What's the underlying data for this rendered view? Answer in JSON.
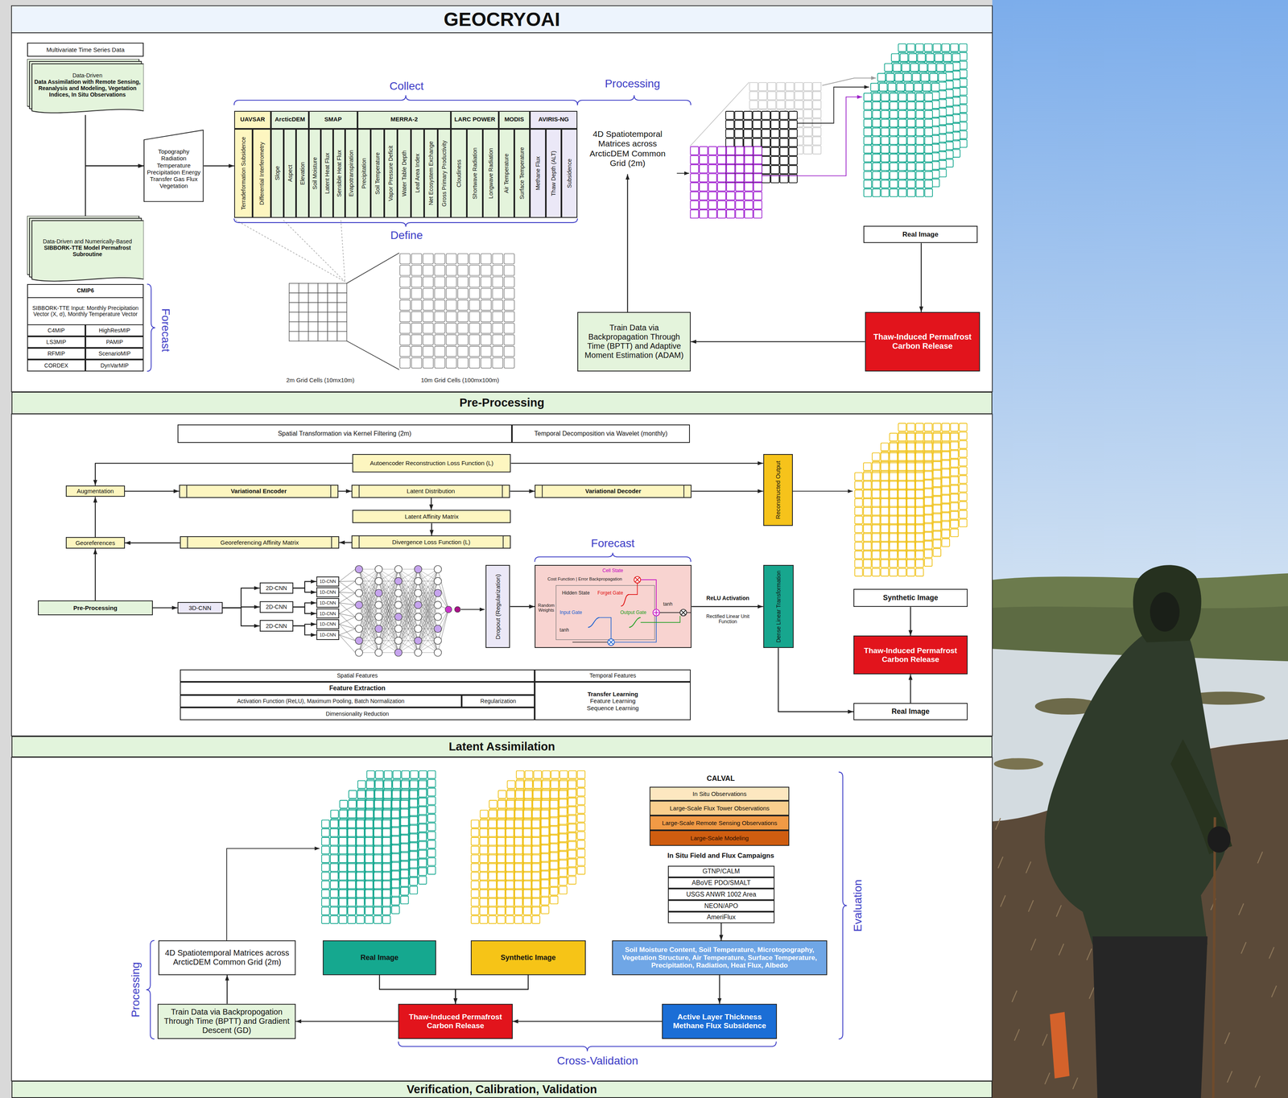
{
  "diagram": {
    "title": "GEOCRYOAI",
    "nodes": [
      {
        "text": [
          "Multivariate Time Series Data"
        ]
      },
      {
        "text": [
          "Data-Driven",
          "Data Assimilation with Remote Sensing, Reanalysis and Modeling, Vegetation Indices, In Situ Observations"
        ]
      },
      {
        "text": [
          "Topography Radiation Temperature Precipitation Energy Transfer Gas Flux Vegetation"
        ]
      },
      {
        "text": [
          "Data-Driven and Numerically-Based",
          "SIBBORK-TTE Model Permafrost Subroutine"
        ]
      },
      {
        "text": [
          "CMIP6",
          "SIBBORK-TTE Input: Monthly Precipitation Vector (X, σ), Monthly Temperature Vector"
        ]
      },
      {
        "text": [
          "C4MIP"
        ],
        "in": 4
      },
      {
        "text": [
          "HighResMIP"
        ],
        "in": 4
      },
      {
        "text": [
          "LS3MIP"
        ],
        "in": 4
      },
      {
        "text": [
          "PAMIP"
        ],
        "in": 4
      },
      {
        "text": [
          "RFMIP"
        ],
        "in": 4
      },
      {
        "text": [
          "ScenarioMIP"
        ],
        "in": 4
      },
      {
        "text": [
          "CORDEX"
        ],
        "in": 4
      },
      {
        "text": [
          "DynVarMIP"
        ],
        "in": 4
      },
      {
        "text": [
          "UAVSAR"
        ]
      },
      {
        "text": [
          "Terradeformation Subsidence"
        ],
        "in": 13
      },
      {
        "text": [
          "Differential Interferometry"
        ],
        "in": 13
      },
      {
        "text": [
          "ArcticDEM"
        ]
      },
      {
        "text": [
          "Slope"
        ],
        "in": 16
      },
      {
        "text": [
          "Aspect"
        ],
        "in": 16
      },
      {
        "text": [
          "Elevation"
        ],
        "in": 16
      },
      {
        "text": [
          "SMAP"
        ]
      },
      {
        "text": [
          "Soil Moisture"
        ],
        "in": 20
      },
      {
        "text": [
          "Latent Heat Flux"
        ],
        "in": 20
      },
      {
        "text": [
          "Sensible Heat Flux"
        ],
        "in": 20
      },
      {
        "text": [
          "Evapotranspiration"
        ],
        "in": 20
      },
      {
        "text": [
          "MERRA-2"
        ]
      },
      {
        "text": [
          "Precipitation"
        ],
        "in": 25
      },
      {
        "text": [
          "Soil Temperature"
        ],
        "in": 25
      },
      {
        "text": [
          "Vapor Pressure Deficit"
        ],
        "in": 25
      },
      {
        "text": [
          "Water Table Depth"
        ],
        "in": 25
      },
      {
        "text": [
          "Leaf Area Index"
        ],
        "in": 25
      },
      {
        "text": [
          "Net Ecosystem Exchange"
        ],
        "in": 25
      },
      {
        "text": [
          "Gross Primary Productivity"
        ],
        "in": 25
      },
      {
        "text": [
          "LARC POWER"
        ]
      },
      {
        "text": [
          "Cloudiness"
        ],
        "in": 33
      },
      {
        "text": [
          "Shortwave Radiation"
        ],
        "in": 33
      },
      {
        "text": [
          "Longwave Radiation"
        ],
        "in": 33
      },
      {
        "text": [
          "MODIS"
        ]
      },
      {
        "text": [
          "Air Temperature"
        ],
        "in": 37
      },
      {
        "text": [
          "Surface Temperature"
        ],
        "in": 37
      },
      {
        "text": [
          "AVIRIS-NG"
        ]
      },
      {
        "text": [
          "Methane Flux"
        ],
        "in": 40
      },
      {
        "text": [
          "Thaw Depth (ALT)"
        ],
        "in": 40
      },
      {
        "text": [
          "Subsidence"
        ],
        "in": 40
      },
      {
        "text": [
          "4D Spatiotemporal Matrices across ArcticDEM Common Grid (2m)"
        ]
      },
      {
        "text": [
          "Real Image"
        ]
      },
      {
        "text": [
          "Thaw-Induced Permafrost Carbon Release"
        ]
      },
      {
        "text": [
          "Train Data via Backpropagation Through Time (BPTT) and Adaptive Moment Estimation (ADAM)"
        ]
      },
      {
        "text": [
          "Pre-Processing"
        ]
      },
      {
        "text": [
          "Spatial Transformation via Kernel Filtering (2m)"
        ]
      },
      {
        "text": [
          "Temporal Decomposition via Wavelet (monthly)"
        ]
      },
      {
        "text": [
          "Autoencoder Reconstruction Loss Function (L)"
        ]
      },
      {
        "text": [
          "Augmentation"
        ]
      },
      {
        "text": [
          "Variational Encoder"
        ]
      },
      {
        "text": [
          "Latent Distribution"
        ]
      },
      {
        "text": [
          "Variational Decoder"
        ]
      },
      {
        "text": [
          "Reconstructed Output"
        ]
      },
      {
        "text": [
          "Latent Affinity Matrix"
        ]
      },
      {
        "text": [
          "Georeferences"
        ]
      },
      {
        "text": [
          "Georeferencing Affinity Matrix"
        ]
      },
      {
        "text": [
          "Divergence Loss Function (L)"
        ]
      },
      {
        "text": [
          "Pre-Processing"
        ]
      },
      {
        "text": [
          "3D-CNN"
        ]
      },
      {
        "text": [
          "2D-CNN"
        ]
      },
      {
        "text": [
          "2D-CNN"
        ]
      },
      {
        "text": [
          "2D-CNN"
        ]
      },
      {
        "text": [
          "1D-CNN"
        ]
      },
      {
        "text": [
          "1D-CNN"
        ]
      },
      {
        "text": [
          "1D-CNN"
        ]
      },
      {
        "text": [
          "1D-CNN"
        ]
      },
      {
        "text": [
          "1D-CNN"
        ]
      },
      {
        "text": [
          "1D-CNN"
        ]
      },
      {
        "text": [
          "Dropout (Regularization)"
        ]
      },
      {
        "text": [
          "Cell State",
          "Cost Function | Error Backpropagation",
          "Hidden State",
          "Forget Gate",
          "Random Weights",
          "Input Gate",
          "Output Gate",
          "tanh",
          "tanh"
        ]
      },
      {
        "text": [
          "Dense Linear Transformation"
        ]
      },
      {
        "text": [
          "Synthetic Image"
        ]
      },
      {
        "text": [
          "Thaw-Induced Permafrost Carbon Release"
        ]
      },
      {
        "text": [
          "Real Image"
        ]
      },
      {
        "text": [
          "Spatial Features"
        ]
      },
      {
        "text": [
          "Temporal Features"
        ]
      },
      {
        "text": [
          "Feature Extraction"
        ]
      },
      {
        "text": [
          "Activation Function (ReLU), Maximum Pooling, Batch Normalization"
        ]
      },
      {
        "text": [
          "Regularization"
        ]
      },
      {
        "text": [
          "Dimensionality Reduction"
        ]
      },
      {
        "text": [
          "Transfer Learning",
          "Feature Learning",
          "Sequence Learning"
        ]
      },
      {
        "text": [
          "Latent Assimilation"
        ]
      },
      {
        "text": [
          "In Situ Observations"
        ]
      },
      {
        "text": [
          "Large-Scale Flux Tower Observations"
        ]
      },
      {
        "text": [
          "Large-Scale Remote Sensing Observations"
        ]
      },
      {
        "text": [
          "Large-Scale Modeling"
        ]
      },
      {
        "text": [
          "GTNP/CALM"
        ]
      },
      {
        "text": [
          "ABoVE PDO/SMALT"
        ]
      },
      {
        "text": [
          "USGS ANWR 1002 Area"
        ]
      },
      {
        "text": [
          "NEON/APO"
        ]
      },
      {
        "text": [
          "AmeriFlux"
        ]
      },
      {
        "text": [
          "Soil Moisture Content, Soil Temperature, Microtopography, Vegetation Structure, Air Temperature, Surface Temperature, Precipitation, Radiation, Heat Flux, Albedo"
        ]
      },
      {
        "text": [
          "Active Layer Thickness Methane Flux Subsidence"
        ]
      },
      {
        "text": [
          "4D Spatiotemporal Matrices across ArcticDEM Common Grid (2m)"
        ]
      },
      {
        "text": [
          "Real Image"
        ]
      },
      {
        "text": [
          "Synthetic Image"
        ]
      },
      {
        "text": [
          "Thaw-Induced Permafrost Carbon Release"
        ]
      },
      {
        "text": [
          "Train Data via Backpropogation Through Time (BPTT) and Gradient Descent (GD)"
        ]
      },
      {
        "text": [
          "Verification, Calibration, Validation"
        ]
      }
    ],
    "edges": [
      {
        "from": 1,
        "to": 2,
        "arrow": "to"
      },
      {
        "from": 3,
        "to": 2,
        "arrow": "to"
      },
      {
        "from": 2,
        "to": 13,
        "arrow": "to"
      },
      {
        "from": 47,
        "to": 44,
        "arrow": "to"
      },
      {
        "from": 45,
        "to": 46,
        "arrow": "to"
      },
      {
        "from": 46,
        "to": 47,
        "arrow": "to"
      },
      {
        "from": 61,
        "to": 62,
        "arrow": "to"
      },
      {
        "from": 61,
        "to": 58,
        "arrow": "to"
      },
      {
        "from": 58,
        "to": 52,
        "arrow": "to"
      },
      {
        "from": 52,
        "to": 53,
        "arrow": "to"
      },
      {
        "from": 51,
        "to": 52,
        "arrow": "to"
      },
      {
        "from": 51,
        "to": 56,
        "arrow": "to"
      },
      {
        "from": 53,
        "to": 54,
        "arrow": "to"
      },
      {
        "from": 54,
        "to": 55,
        "arrow": "to"
      },
      {
        "from": 54,
        "to": 57,
        "arrow": "to"
      },
      {
        "from": 57,
        "to": 60,
        "arrow": "to"
      },
      {
        "from": 60,
        "to": 59,
        "arrow": "to"
      },
      {
        "from": 59,
        "to": 58,
        "arrow": "to"
      },
      {
        "from": 55,
        "to": 56,
        "arrow": "to"
      },
      {
        "from": 62,
        "to": 63,
        "arrow": "to"
      },
      {
        "from": 62,
        "to": 64,
        "arrow": "to"
      },
      {
        "from": 62,
        "to": 65,
        "arrow": "to"
      },
      {
        "from": 63,
        "to": 66,
        "arrow": "to"
      },
      {
        "from": 63,
        "to": 67,
        "arrow": "to"
      },
      {
        "from": 64,
        "to": 68,
        "arrow": "to"
      },
      {
        "from": 64,
        "to": 69,
        "arrow": "to"
      },
      {
        "from": 65,
        "to": 70,
        "arrow": "to"
      },
      {
        "from": 65,
        "to": 71,
        "arrow": "to"
      },
      {
        "from": 72,
        "to": 73,
        "arrow": "to"
      },
      {
        "from": 73,
        "to": 74,
        "arrow": "to"
      },
      {
        "from": 74,
        "to": 77,
        "arrow": "to"
      },
      {
        "from": 75,
        "to": 76,
        "arrow": "to"
      },
      {
        "from": 77,
        "to": 76,
        "arrow": "to"
      },
      {
        "from": 101,
        "to": 97,
        "arrow": "to"
      },
      {
        "from": 98,
        "to": 100,
        "arrow": "to"
      },
      {
        "from": 99,
        "to": 100,
        "arrow": "to"
      },
      {
        "from": 100,
        "to": 101,
        "arrow": "to"
      },
      {
        "from": 96,
        "to": 100,
        "arrow": "to"
      },
      {
        "from": 95,
        "to": 96,
        "arrow": "to"
      },
      {
        "from": 94,
        "to": 95,
        "arrow": "to"
      }
    ],
    "labels": [
      "Collect",
      "Processing",
      "Define",
      "Forecast",
      "2m Grid Cells (10mx10m)",
      "10m Grid Cells (100mx100m)",
      "Forecast",
      "ReLU Activation",
      "Rectified Linear Unit Function",
      "CALVAL",
      "In Situ Field and Flux Campaigns",
      "Evaluation",
      "Processing",
      "Cross-Validation"
    ]
  }
}
